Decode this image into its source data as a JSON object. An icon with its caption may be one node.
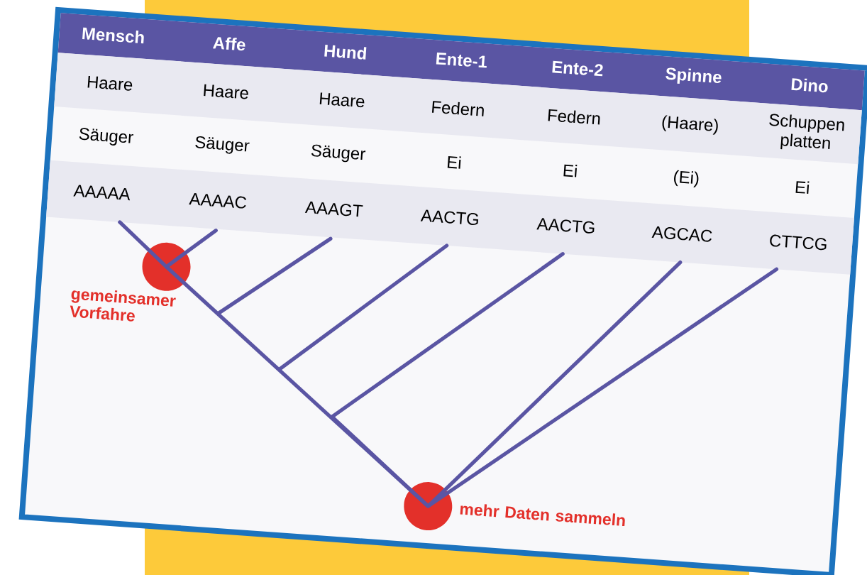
{
  "diagram": {
    "nodes": [
      {
        "text": [],
        "shape": "circle",
        "beside": [
          "gemeinsamer Vorfahre"
        ]
      },
      {
        "text": [],
        "shape": "circle",
        "beside": [
          "mehr Daten sammeln"
        ]
      }
    ],
    "edges": [
      {
        "from": 0,
        "to": 1,
        "arrow": "none"
      }
    ],
    "labels": [
      "Mensch",
      "Affe",
      "Hund",
      "Ente-1",
      "Ente-2",
      "Spinne",
      "Dino",
      "Haare",
      "Haare",
      "Haare",
      "Federn",
      "Federn",
      "(Haare)",
      "Schuppen platten",
      "Säuger",
      "Säuger",
      "Säuger",
      "Ei",
      "Ei",
      "(Ei)",
      "Ei",
      "AAAAA",
      "AAAAC",
      "AAAGT",
      "AACTG",
      "AACTG",
      "AGCAC",
      "CTTCG"
    ]
  }
}
